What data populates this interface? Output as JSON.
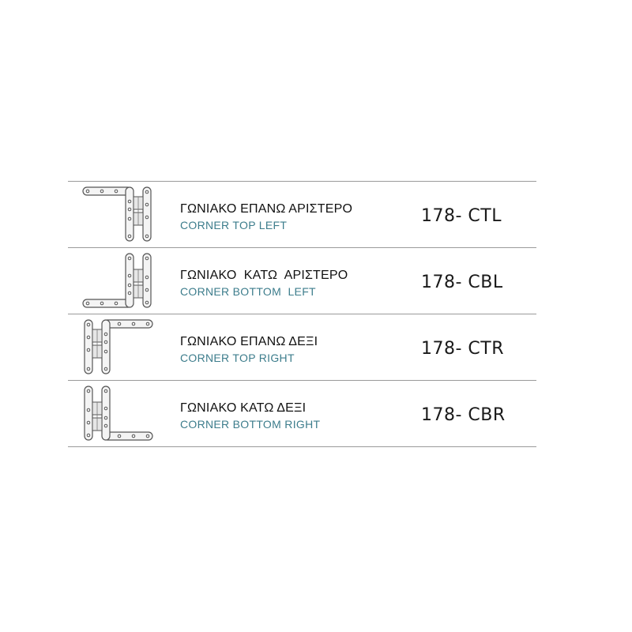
{
  "colors": {
    "english_label": "#3d7d8c",
    "greek_label": "#111111",
    "code": "#1a1a1a",
    "rule": "#9a9a9a"
  },
  "products": [
    {
      "icon": "corner-top-left-hinge-icon",
      "greek_name": "ΓΩΝΙΑΚΟ ΕΠΑΝΩ ΑΡΙΣΤΕΡΟ",
      "english_name": "CORNER TOP LEFT",
      "code": "178- CTL"
    },
    {
      "icon": "corner-bottom-left-hinge-icon",
      "greek_name": "ΓΩΝΙΑΚΟ  ΚΑΤΩ  ΑΡΙΣΤΕΡΟ",
      "english_name": "CORNER BOTTOM  LEFT",
      "code": "178- CBL"
    },
    {
      "icon": "corner-top-right-hinge-icon",
      "greek_name": "ΓΩΝΙΑΚΟ ΕΠΑΝΩ ΔΕΞΙ",
      "english_name": "CORNER TOP RIGHT",
      "code": "178- CTR"
    },
    {
      "icon": "corner-bottom-right-hinge-icon",
      "greek_name": "ΓΩΝΙΑΚΟ ΚΑΤΩ ΔΕΞΙ",
      "english_name": "CORNER BOTTOM RIGHT",
      "code": "178- CBR"
    }
  ]
}
